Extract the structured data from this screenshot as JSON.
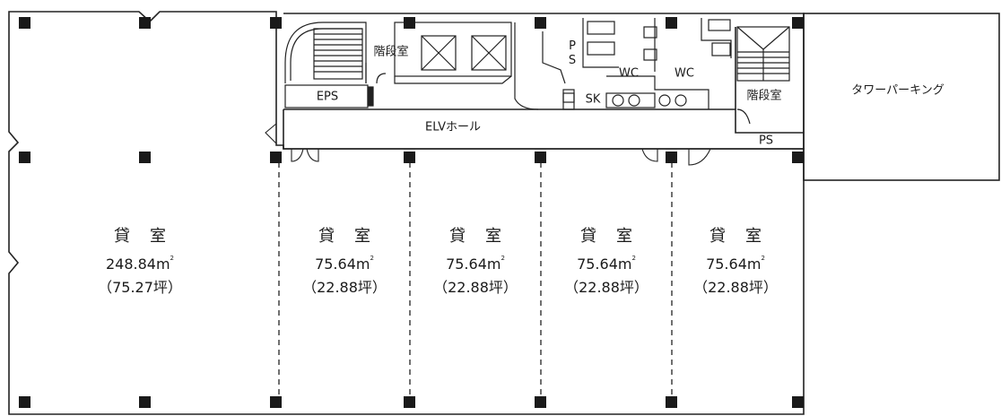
{
  "labels": {
    "stair_left": "階段室",
    "eps": "EPS",
    "elv_hall": "ELVホール",
    "ps_top_1": "P",
    "ps_top_2": "S",
    "sk": "SK",
    "wc_left": "WC",
    "wc_right": "WC",
    "stair_right": "階段室",
    "ps_bottom": "PS",
    "tower_parking": "タワーパーキング"
  },
  "rooms": [
    {
      "title": "貸室",
      "area": "248.84m",
      "sup": "2",
      "tsubo": "（75.27坪）"
    },
    {
      "title": "貸室",
      "area": "75.64m",
      "sup": "2",
      "tsubo": "（22.88坪）"
    },
    {
      "title": "貸室",
      "area": "75.64m",
      "sup": "2",
      "tsubo": "（22.88坪）"
    },
    {
      "title": "貸室",
      "area": "75.64m",
      "sup": "2",
      "tsubo": "（22.88坪）"
    },
    {
      "title": "貸室",
      "area": "75.64m",
      "sup": "2",
      "tsubo": "（22.88坪）"
    }
  ]
}
